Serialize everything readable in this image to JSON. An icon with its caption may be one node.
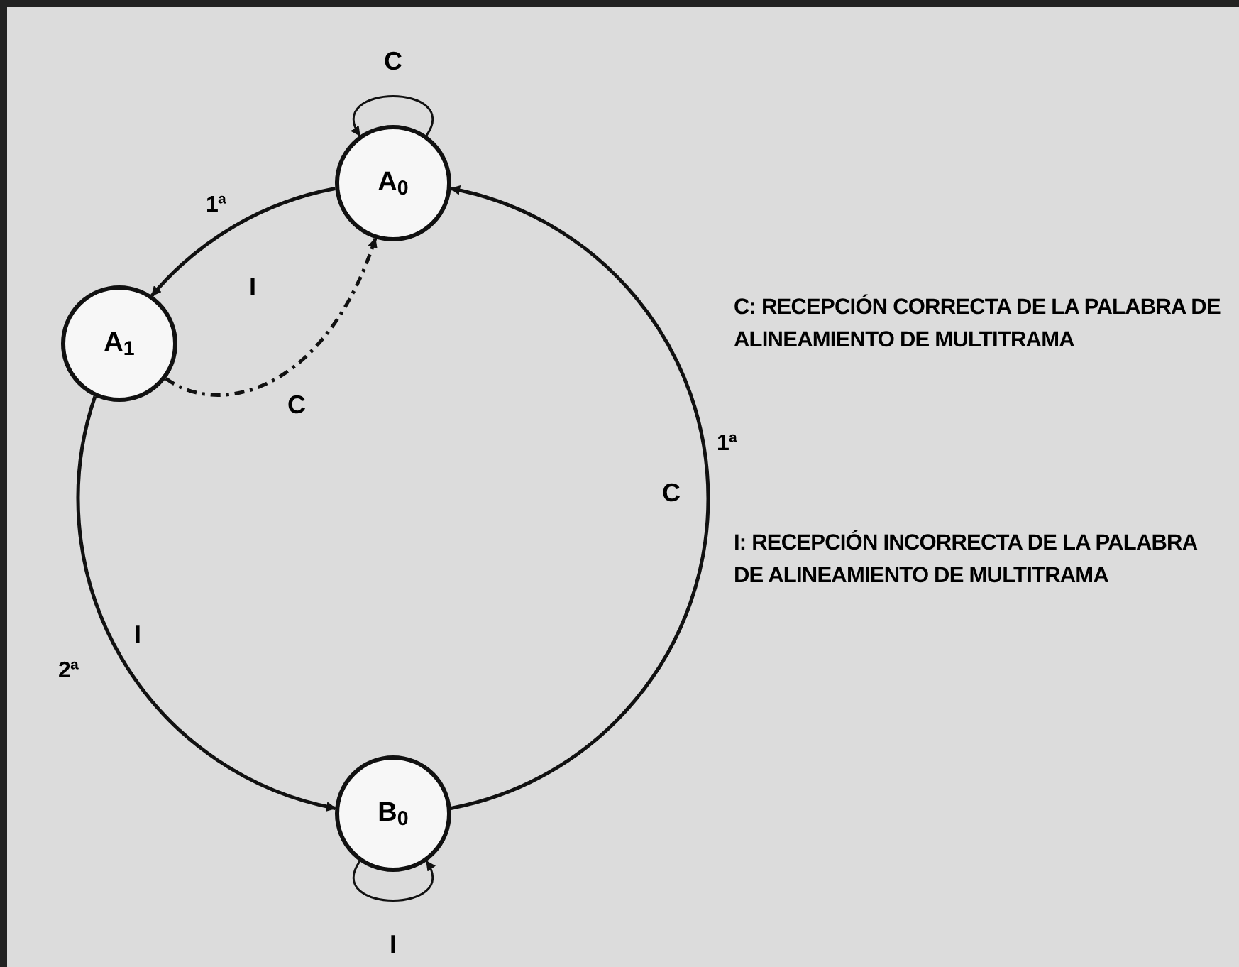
{
  "diagram": {
    "nodes": [
      {
        "text": [
          "A$_{0}$"
        ]
      },
      {
        "text": [
          "A$_{1}$"
        ]
      },
      {
        "text": [
          "B$_{0}$"
        ]
      }
    ],
    "edges": [
      {
        "from": 0,
        "to": 0,
        "arrow": "to",
        "label": "C"
      },
      {
        "from": 0,
        "to": 1,
        "arrow": "to",
        "label": "I"
      },
      {
        "from": 1,
        "to": 0,
        "arrow": "to",
        "label": "C",
        "style": "dashed"
      },
      {
        "from": 1,
        "to": 2,
        "arrow": "to",
        "label": "I"
      },
      {
        "from": 2,
        "to": 2,
        "arrow": "to",
        "label": "I"
      },
      {
        "from": 2,
        "to": 0,
        "arrow": "to",
        "label": "C"
      }
    ],
    "labels": [
      "1ª",
      "C: RECEPCIÓN CORRECTA DE LA PALABRA DE ALINEAMIENTO DE MULTITRAMA",
      "1ª",
      "I: RECEPCIÓN INCORRECTA DE LA PALABRA DE ALINEAMIENTO DE MULTITRAMA",
      "2ª"
    ]
  }
}
